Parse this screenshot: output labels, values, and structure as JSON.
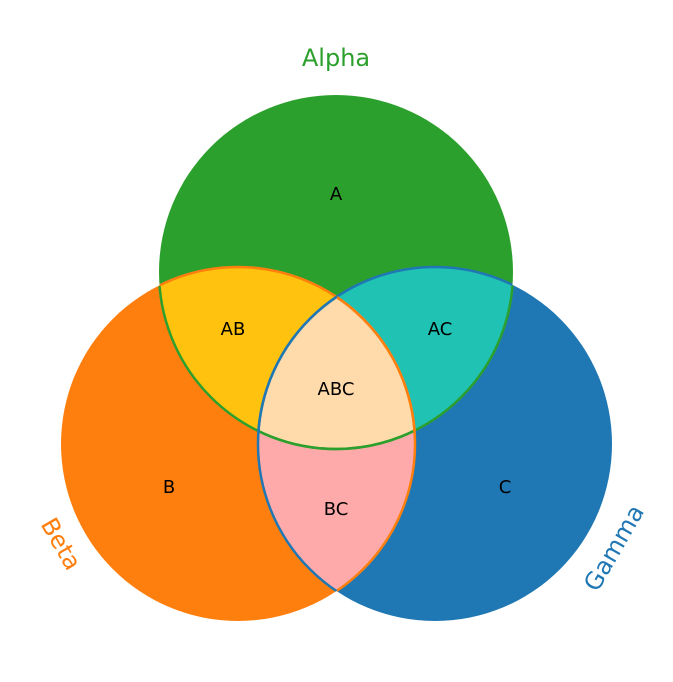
{
  "diagram": {
    "type": "venn3",
    "sets": [
      {
        "key": "alpha",
        "title": "Alpha",
        "color": "#2ca02c"
      },
      {
        "key": "beta",
        "title": "Beta",
        "color": "#ff7f0e"
      },
      {
        "key": "gamma",
        "title": "Gamma",
        "color": "#1f77b4"
      }
    ],
    "regions": {
      "a": "A",
      "b": "B",
      "c": "C",
      "ab": "AB",
      "ac": "AC",
      "bc": "BC",
      "abc": "ABC"
    },
    "region_colors": {
      "a": "#2ca02c",
      "b": "#ff7f0e",
      "c": "#1f77b4",
      "ab": "#ffc20e",
      "ac": "#20c2b4",
      "bc": "#ffaaaa",
      "abc": "#ffdaaa"
    }
  }
}
